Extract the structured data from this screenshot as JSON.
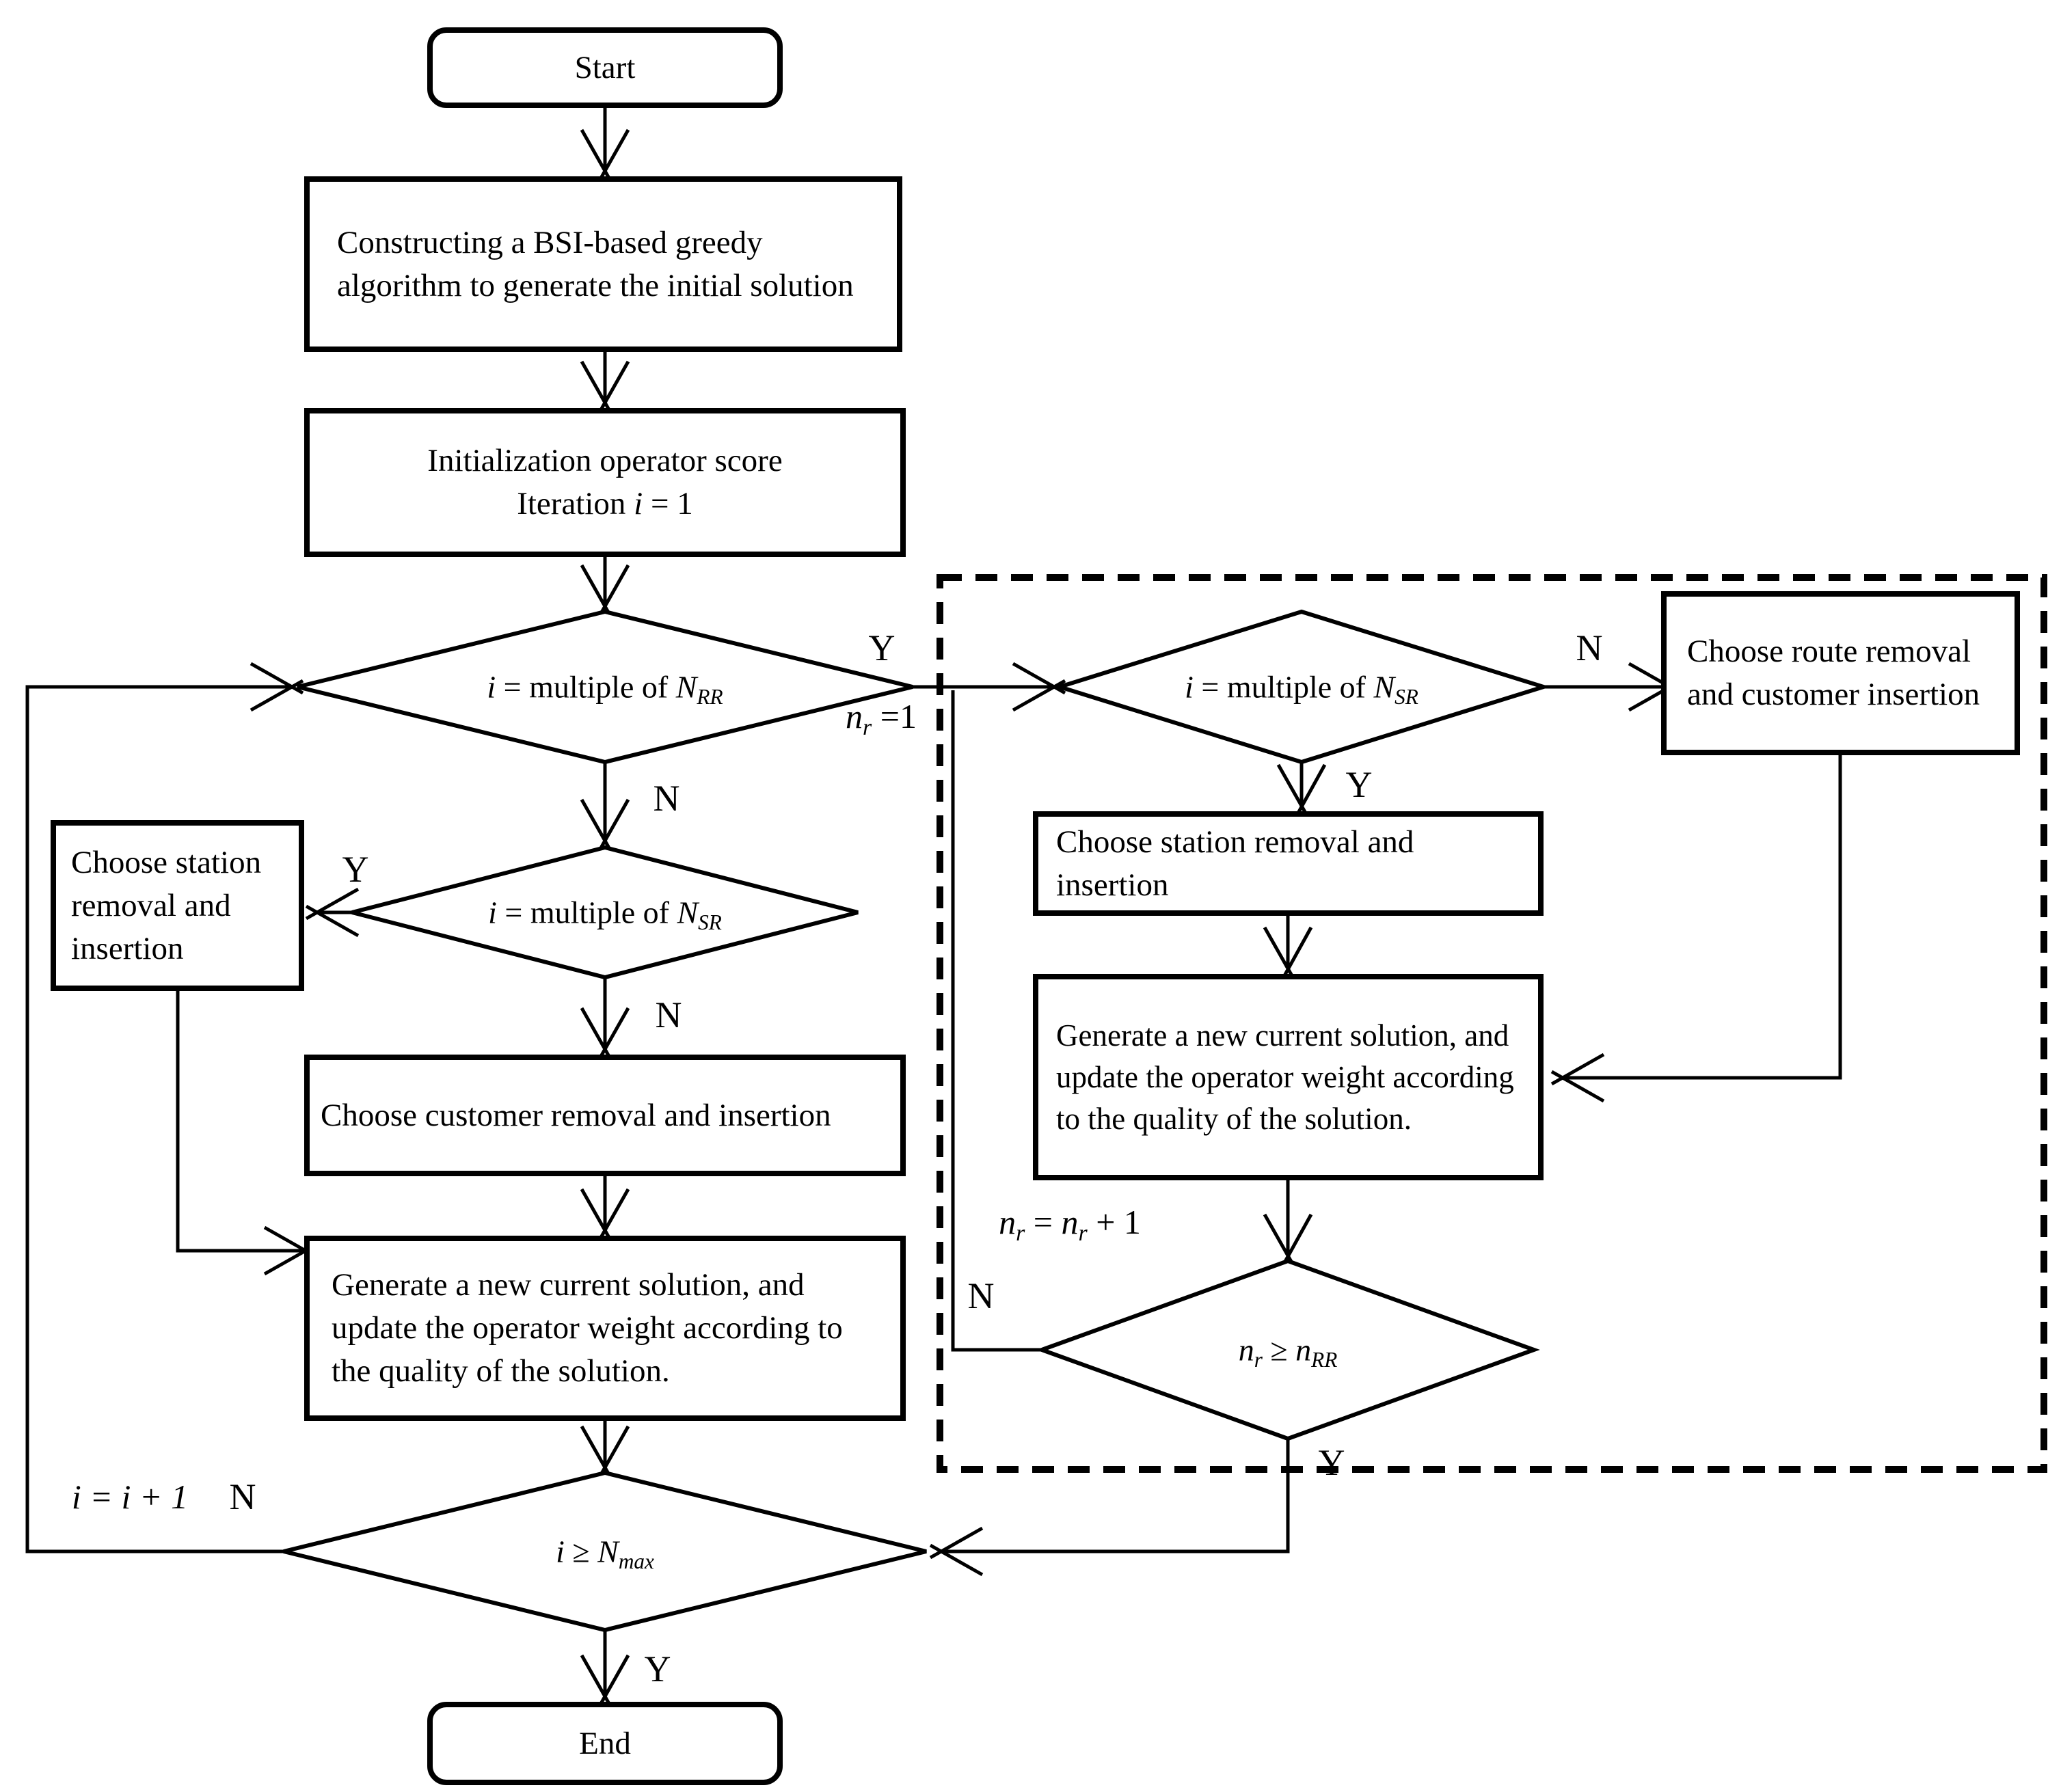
{
  "terminals": {
    "start": "Start",
    "end": "End"
  },
  "branch": {
    "yes": "Y",
    "no": "N"
  },
  "boxes": {
    "construct": "Constructing a BSI-based greedy algorithm to generate the initial solution",
    "init_line1": "Initialization operator score",
    "init_line2_pre": "Iteration ",
    "init_line2_var": "i",
    "init_line2_post": " = 1",
    "station_left": "Choose station removal and insertion",
    "customer": "Choose customer removal and insertion",
    "generate_left": "Generate a new current solution, and update the operator weight according to the quality of the solution.",
    "route_right": "Choose route removal and customer insertion",
    "station_right": "Choose station removal and insertion",
    "generate_right": "Generate a new current solution, and update the operator weight according to the quality of the solution."
  },
  "decisions": {
    "d_rr": {
      "var": "i",
      "mid": " = multiple of ",
      "sym": "N",
      "sub": "RR"
    },
    "d_sr_left": {
      "var": "i",
      "mid": " = multiple of ",
      "sym": "N",
      "sub": "SR"
    },
    "d_sr_right": {
      "var": "i",
      "mid": " = multiple of ",
      "sym": "N",
      "sub": "SR"
    },
    "d_nmax": {
      "var": "i",
      "mid": " ≥ ",
      "sym": "N",
      "sub": "max"
    },
    "d_nrr": {
      "a": "n",
      "asub": "r",
      "mid": " ≥ ",
      "b": "n",
      "bsub": "RR"
    }
  },
  "edge_labels": {
    "nr_init_a": "n",
    "nr_init_sub": "r",
    "nr_init_rest": " =1",
    "nr_inc_a": "n",
    "nr_inc_asub": "r",
    "nr_inc_mid": " = ",
    "nr_inc_b": "n",
    "nr_inc_bsub": "r",
    "nr_inc_rest": " + 1",
    "i_inc_a": "i",
    "i_inc_mid": " = ",
    "i_inc_b": "i",
    "i_inc_rest": " + 1"
  }
}
